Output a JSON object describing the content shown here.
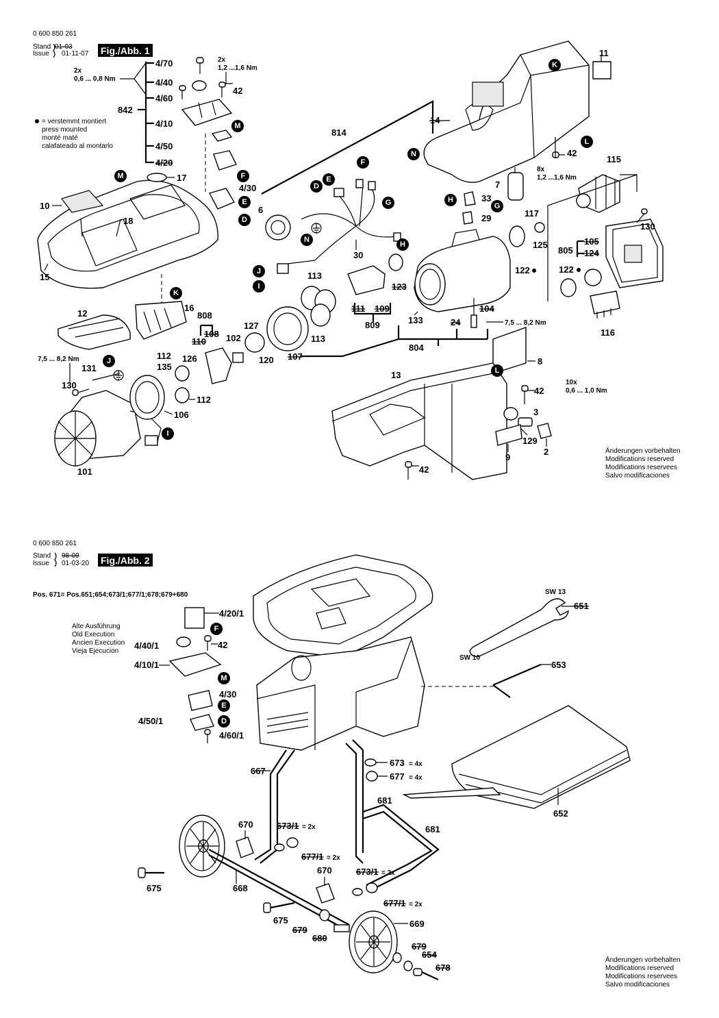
{
  "fig1": {
    "doc_number": "0 600 850 261",
    "stand_label": "Stand",
    "issue_label": "Issue",
    "stand_old": "01-03",
    "issue_date": "01-11-07",
    "fig_label": "Fig./Abb. 1",
    "legend": [
      "= verstemmt montiert",
      "press mounted",
      "monté maté",
      "calafateado al montarlo"
    ],
    "torque_a_count": "2x",
    "torque_a": "0,6 ... 0,8 Nm",
    "torque_b_count": "2x",
    "torque_b": "1,2 ...1,6 Nm",
    "torque_c_count": "8x",
    "torque_c": "1,2 ...1,6 Nm",
    "torque_d": "7,5 ... 8,2 Nm",
    "torque_e": "7,5 ... 8,2 Nm",
    "torque_f_count": "10x",
    "torque_f": "0,6 ... 1,0 Nm",
    "group_842": "842",
    "group_814": "814",
    "group_804": "804",
    "group_805": "805",
    "group_809": "809",
    "labels": {
      "p4_70": "4/70",
      "p4_40": "4/40",
      "p4_60": "4/60",
      "p4_10": "4/10",
      "p4_50": "4/50",
      "p4_20": "4/20",
      "p4_30": "4/30",
      "p42a": "42",
      "p42b": "42",
      "p42c": "42",
      "p42d": "42",
      "p11": "11",
      "p14": "14",
      "p17": "17",
      "p10": "10",
      "p18": "18",
      "p15": "15",
      "p6": "6",
      "p30": "30",
      "p7": "7",
      "p33": "33",
      "p29": "29",
      "p115": "115",
      "p117": "117",
      "p125": "125",
      "p130a": "130",
      "p105": "105",
      "p124": "124",
      "p122a": "122",
      "p122b": "122",
      "p116": "116",
      "p113a": "113",
      "p113b": "113",
      "p123": "123",
      "p111": "111",
      "p109": "109",
      "p133": "133",
      "p104": "104",
      "p24": "24",
      "p12": "12",
      "p16": "16",
      "p808": "808",
      "p108": "108",
      "p110": "110",
      "p102": "102",
      "p127": "127",
      "p120": "120",
      "p107": "107",
      "p130b": "130",
      "p131": "131",
      "p112a": "112",
      "p135": "135",
      "p126": "126",
      "p112b": "112",
      "p106": "106",
      "p101": "101",
      "p8": "8",
      "p13": "13",
      "p3": "3",
      "p129": "129",
      "p2": "2",
      "p9": "9"
    },
    "footer": [
      "Änderungen vorbehalten",
      "Modifications reserved",
      "Modifications reservees",
      "Salvo modificaciones"
    ]
  },
  "fig2": {
    "doc_number": "0 600 850 261",
    "stand_label": "Stand",
    "issue_label": "Issue",
    "stand_old": "98-09",
    "issue_date": "01-03-20",
    "fig_label": "Fig./Abb. 2",
    "pos_note": "Pos. 671= Pos.651;654;673/1;677/1;678;679+680",
    "old_exec": [
      "Alte Ausführung",
      "Old Execution",
      "Ancien Execution",
      "Vieja Ejecucion"
    ],
    "labels": {
      "p4_20_1": "4/20/1",
      "p4_40_1": "4/40/1",
      "p42": "42",
      "p4_10_1": "4/10/1",
      "p4_30": "4/30",
      "p4_50_1": "4/50/1",
      "p4_60_1": "4/60/1",
      "sw13": "SW 13",
      "sw10": "SW 10",
      "p651": "651",
      "p653": "653",
      "p652": "652",
      "p667": "667",
      "p673": "673",
      "p677": "677",
      "qty4a": "= 4x",
      "qty4b": "= 4x",
      "p681a": "681",
      "p681b": "681",
      "p670a": "670",
      "p670b": "670",
      "p673_1a": "673/1",
      "p677_1a": "677/1",
      "p673_1b": "673/1",
      "p677_1b": "677/1",
      "qty2a": "= 2x",
      "qty2b": "= 2x",
      "qty2c": "= 2x",
      "qty2d": "= 2x",
      "p675a": "675",
      "p675b": "675",
      "p668": "668",
      "p679a": "679",
      "p680": "680",
      "p669": "669",
      "p679b": "679",
      "p654": "654",
      "p678": "678"
    },
    "footer": [
      "Änderungen vorbehalten",
      "Modifications reserved",
      "Modifications reservees",
      "Salvo modificaciones"
    ]
  },
  "badges": [
    "D",
    "E",
    "F",
    "G",
    "H",
    "I",
    "J",
    "K",
    "L",
    "M",
    "N"
  ]
}
